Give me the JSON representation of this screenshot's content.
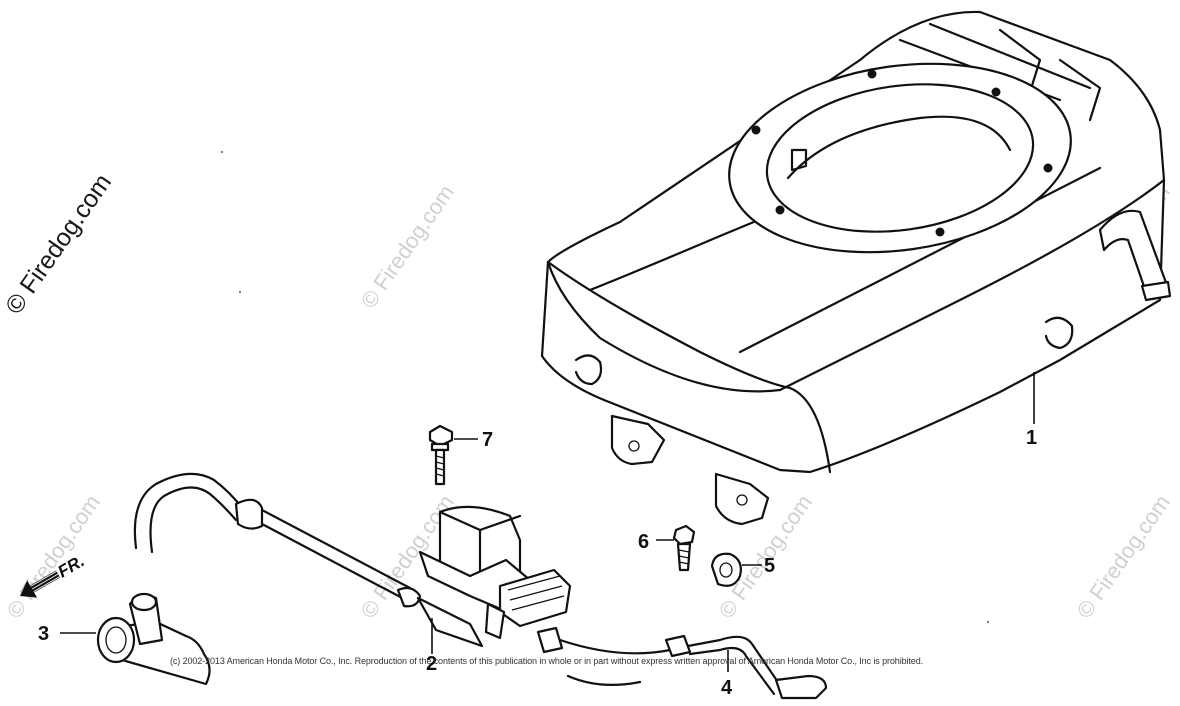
{
  "callouts": [
    {
      "id": "1",
      "label": "1"
    },
    {
      "id": "2",
      "label": "2"
    },
    {
      "id": "3",
      "label": "3"
    },
    {
      "id": "4",
      "label": "4"
    },
    {
      "id": "5",
      "label": "5"
    },
    {
      "id": "6",
      "label": "6"
    },
    {
      "id": "7",
      "label": "7"
    }
  ],
  "direction_label": "FR.",
  "watermark": "© Firedog.com",
  "copyright": "(c) 2002-2013 American Honda Motor Co., Inc. Reproduction of the contents of this publication in whole or in part without express written approval of American Honda Motor Co., Inc is prohibited."
}
